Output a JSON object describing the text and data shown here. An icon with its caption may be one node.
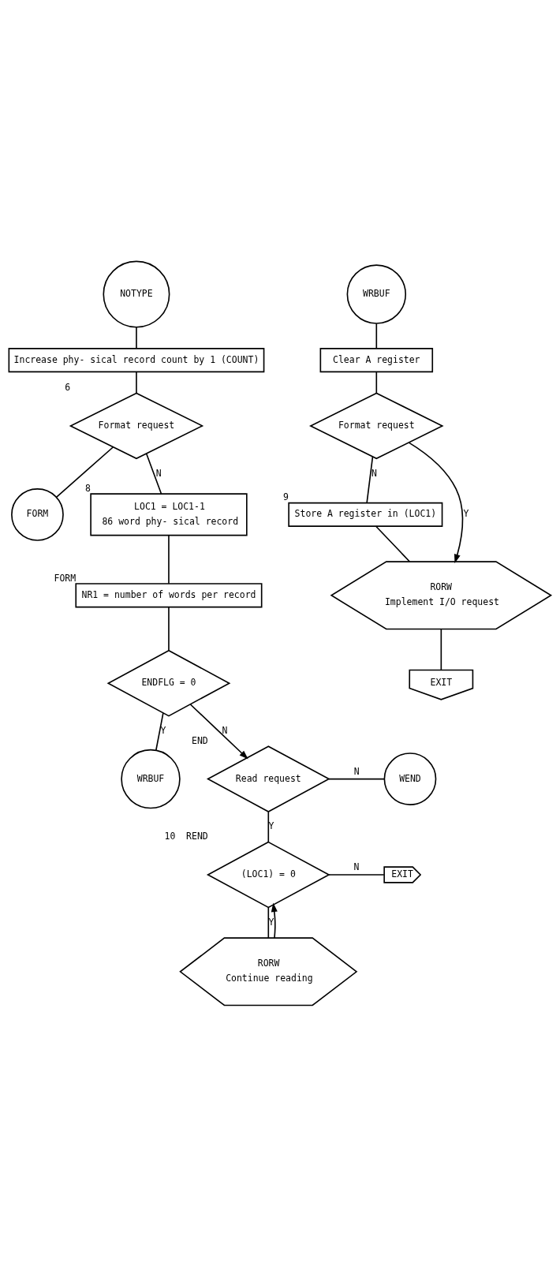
{
  "diagram": {
    "nodes": [
      {
        "text": [
          "NOTYPE"
        ]
      },
      {
        "text": [
          "Increase phy- sical record count by 1 (COUNT)"
        ]
      },
      {
        "text": [
          "Format request"
        ],
        "beside": [
          "6"
        ]
      },
      {
        "text": [
          "FORM"
        ]
      },
      {
        "text": [
          "LOC1 = LOC1-1",
          "86 word phy- sical record"
        ],
        "beside": [
          "8"
        ]
      },
      {
        "text": [
          "NR1 = number of words per record"
        ],
        "beside": [
          "FORM"
        ]
      },
      {
        "text": [
          "ENDFLG = 0"
        ]
      },
      {
        "text": [
          "WRBUF"
        ]
      },
      {
        "text": [
          "WRBUF"
        ]
      },
      {
        "text": [
          "Clear A register"
        ]
      },
      {
        "text": [
          "Format request"
        ]
      },
      {
        "text": [
          "Store A register in (LOC1)"
        ],
        "beside": [
          "9"
        ]
      },
      {
        "text": [
          "RORW",
          "Implement I/O request"
        ]
      },
      {
        "text": [
          "EXIT"
        ]
      },
      {
        "text": [
          "Read request"
        ],
        "beside": [
          "END"
        ]
      },
      {
        "text": [
          "WEND"
        ]
      },
      {
        "text": [
          "(LOC1) = 0"
        ],
        "beside": [
          "10",
          "REND"
        ]
      },
      {
        "text": [
          "EXIT"
        ]
      },
      {
        "text": [
          "RORW",
          "Continue reading"
        ]
      }
    ],
    "edges": [
      {
        "from": 0,
        "to": 1,
        "arrow": "none"
      },
      {
        "from": 1,
        "to": 2,
        "arrow": "none"
      },
      {
        "from": 2,
        "to": 3,
        "arrow": "none"
      },
      {
        "from": 2,
        "to": 4,
        "label": "N",
        "arrow": "none"
      },
      {
        "from": 4,
        "to": 5,
        "arrow": "none"
      },
      {
        "from": 5,
        "to": 6,
        "arrow": "none"
      },
      {
        "from": 6,
        "to": 7,
        "label": "Y",
        "arrow": "none"
      },
      {
        "from": 6,
        "to": 14,
        "label": "N",
        "arrow": "to"
      },
      {
        "from": 8,
        "to": 9,
        "arrow": "none"
      },
      {
        "from": 9,
        "to": 10,
        "arrow": "none"
      },
      {
        "from": 10,
        "to": 11,
        "label": "N",
        "arrow": "none"
      },
      {
        "from": 10,
        "to": 12,
        "label": "Y",
        "arrow": "to"
      },
      {
        "from": 11,
        "to": 12,
        "arrow": "none"
      },
      {
        "from": 12,
        "to": 13,
        "arrow": "none"
      },
      {
        "from": 14,
        "to": 15,
        "label": "N",
        "arrow": "none"
      },
      {
        "from": 14,
        "to": 16,
        "label": "Y",
        "arrow": "none"
      },
      {
        "from": 16,
        "to": 17,
        "label": "N",
        "arrow": "none"
      },
      {
        "from": 16,
        "to": 18,
        "label": "Y",
        "arrow": "none"
      },
      {
        "from": 18,
        "to": 16,
        "arrow": "to"
      }
    ]
  }
}
